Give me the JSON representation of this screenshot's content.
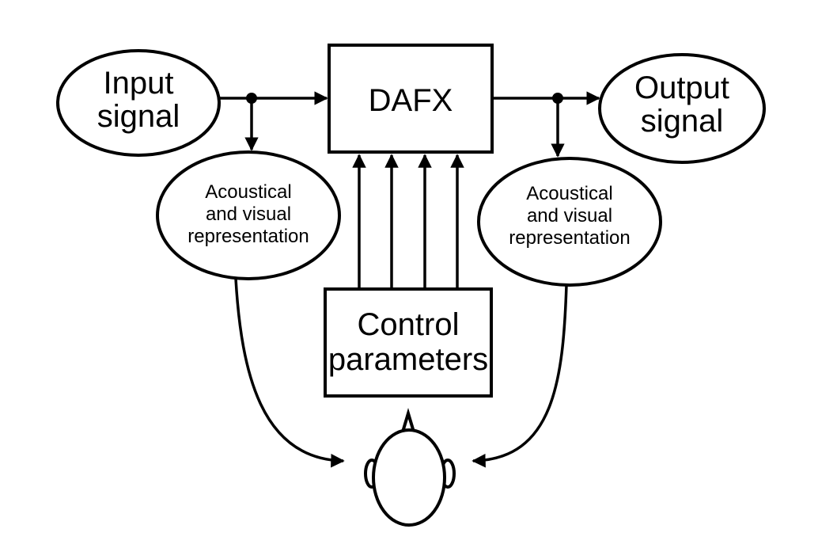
{
  "diagram": {
    "input_signal": {
      "line1": "Input",
      "line2": "signal"
    },
    "output_signal": {
      "line1": "Output",
      "line2": "signal"
    },
    "dafx": {
      "label": "DAFX"
    },
    "control_parameters": {
      "line1": "Control",
      "line2": "parameters"
    },
    "input_representation": {
      "line1": "Acoustical",
      "line2": "and visual",
      "line3": "representation"
    },
    "output_representation": {
      "line1": "Acoustical",
      "line2": "and visual",
      "line3": "representation"
    },
    "listener": {
      "icon": "listener-head-icon"
    }
  }
}
